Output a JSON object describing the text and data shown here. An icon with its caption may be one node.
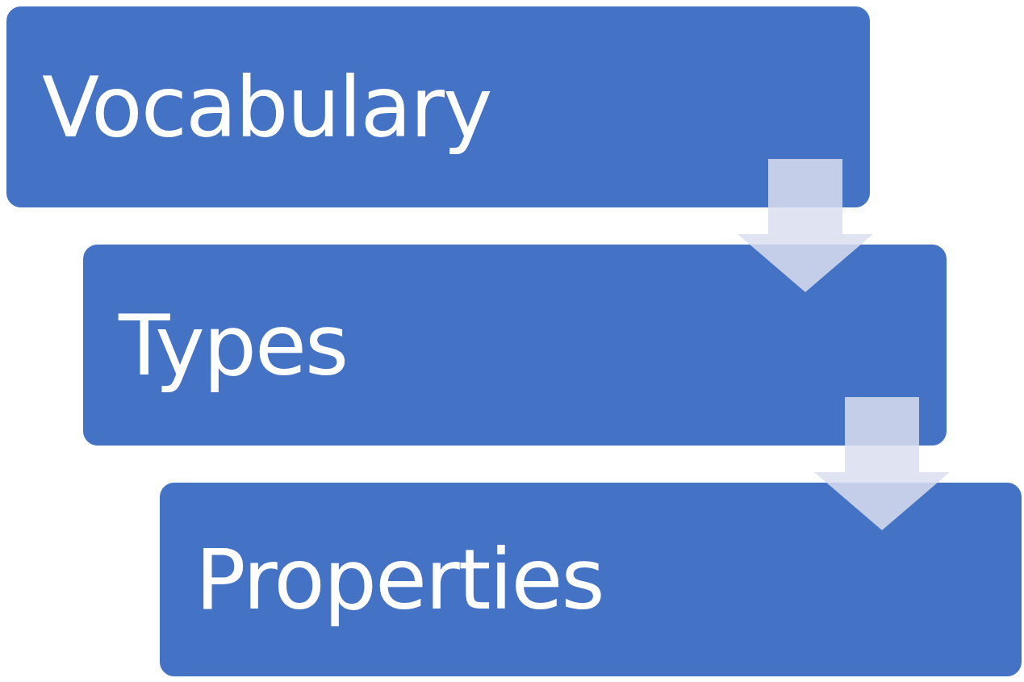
{
  "diagram": {
    "nodes": [
      {
        "text": [
          "Vocabulary"
        ]
      },
      {
        "text": [
          "Types"
        ]
      },
      {
        "text": [
          "Properties"
        ]
      }
    ],
    "edges": [
      {
        "from": 0,
        "to": 1,
        "arrow": "to"
      },
      {
        "from": 1,
        "to": 2,
        "arrow": "to"
      }
    ]
  }
}
